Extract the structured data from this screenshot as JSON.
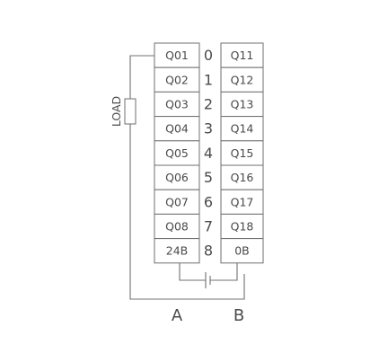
{
  "left_column": [
    "Q01",
    "Q02",
    "Q03",
    "Q04",
    "Q05",
    "Q06",
    "Q07",
    "Q08",
    "24B"
  ],
  "index_column": [
    "0",
    "1",
    "2",
    "3",
    "4",
    "5",
    "6",
    "7",
    "8"
  ],
  "right_column": [
    "Q11",
    "Q12",
    "Q13",
    "Q14",
    "Q15",
    "Q16",
    "Q17",
    "Q18",
    "0B"
  ],
  "load_label": "LOAD",
  "label_a": "A",
  "label_b": "B"
}
